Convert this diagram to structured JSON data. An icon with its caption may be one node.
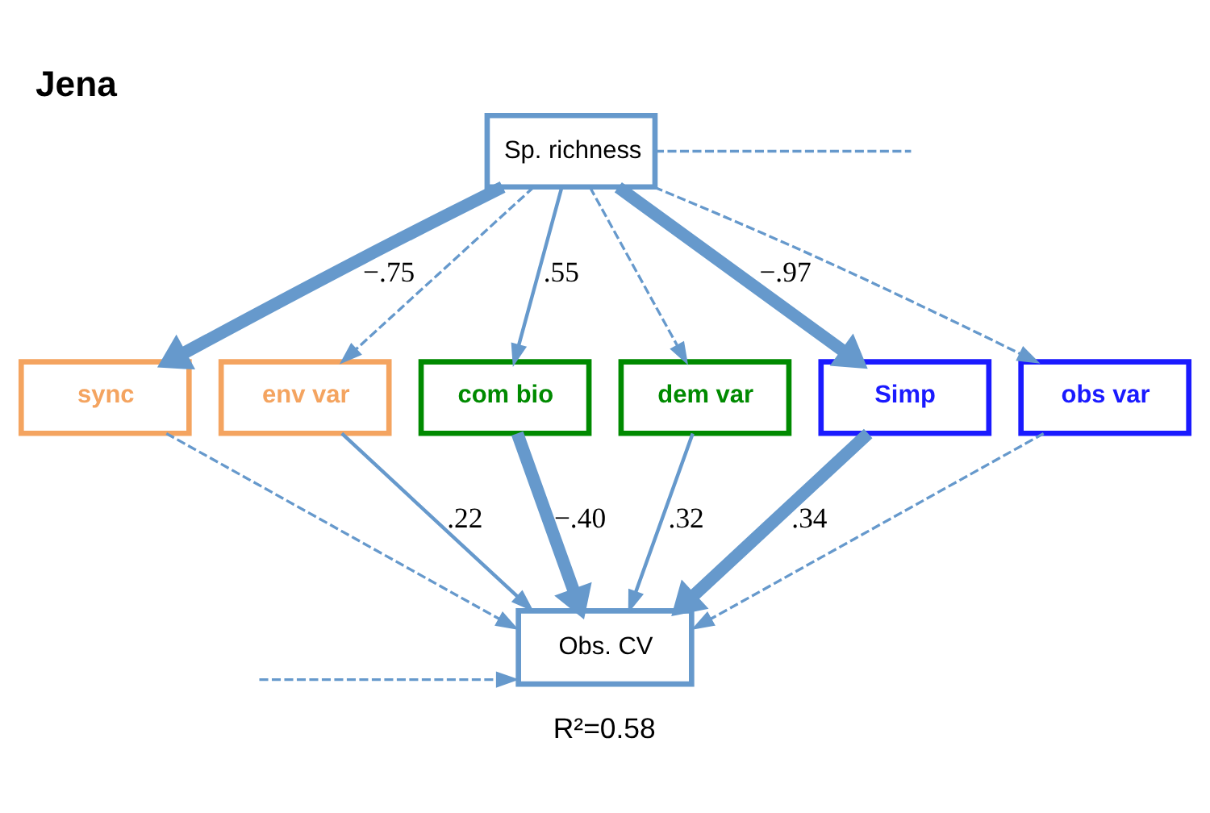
{
  "diagram": {
    "title": "Jena",
    "nodes": [
      {
        "text": [
          "Sp. richness"
        ]
      },
      {
        "text": [
          "sync"
        ]
      },
      {
        "text": [
          "env var"
        ]
      },
      {
        "text": [
          "com bio"
        ]
      },
      {
        "text": [
          "dem var"
        ]
      },
      {
        "text": [
          "Simp"
        ]
      },
      {
        "text": [
          "obs var"
        ]
      },
      {
        "text": [
          "Obs. CV"
        ],
        "beside": [
          "R²=0.58"
        ]
      }
    ],
    "edges": [
      {
        "from": 0,
        "to": null,
        "arrow": "none",
        "style": "dashed"
      },
      {
        "from": 0,
        "to": 1,
        "arrow": "to",
        "label": "−.75",
        "style": "thick"
      },
      {
        "from": 0,
        "to": 2,
        "arrow": "to",
        "style": "dashed"
      },
      {
        "from": 0,
        "to": 3,
        "arrow": "to",
        "label": ".55"
      },
      {
        "from": 0,
        "to": 4,
        "arrow": "to",
        "style": "dashed"
      },
      {
        "from": 0,
        "to": 5,
        "arrow": "to",
        "label": "−.97",
        "style": "thick"
      },
      {
        "from": 0,
        "to": 6,
        "arrow": "to",
        "style": "dashed"
      },
      {
        "from": 1,
        "to": 7,
        "arrow": "to",
        "style": "dashed"
      },
      {
        "from": 2,
        "to": 7,
        "arrow": "to",
        "label": ".22"
      },
      {
        "from": 3,
        "to": 7,
        "arrow": "to",
        "label": "−.40",
        "style": "thick"
      },
      {
        "from": 4,
        "to": 7,
        "arrow": "to",
        "label": ".32"
      },
      {
        "from": 5,
        "to": 7,
        "arrow": "to",
        "label": ".34",
        "style": "thick"
      },
      {
        "from": 6,
        "to": 7,
        "arrow": "to",
        "style": "dashed"
      },
      {
        "from": null,
        "to": 7,
        "arrow": "to",
        "style": "dashed"
      }
    ]
  }
}
